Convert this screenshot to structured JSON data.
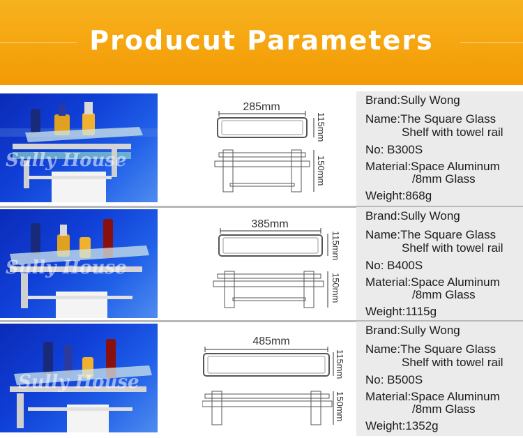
{
  "banner": {
    "title": "Producut Parameters"
  },
  "products": [
    {
      "watermark": "Sully House",
      "width_label": "285mm",
      "height_label_top": "115mm",
      "height_label_bottom": "150mm",
      "brand": "Brand:Sully Wong",
      "name_line1": "Name:The Square Glass",
      "name_line2": "Shelf with towel rail",
      "no": "No:   B300S",
      "material_line1": "Material:Space Aluminum",
      "material_line2": "/8mm Glass",
      "weight": "Weight:868g"
    },
    {
      "watermark": "Sully House",
      "width_label": "385mm",
      "height_label_top": "115mm",
      "height_label_bottom": "150mm",
      "brand": "Brand:Sully Wong",
      "name_line1": "Name:The Square Glass",
      "name_line2": "Shelf with towel rail",
      "no": "No:   B400S",
      "material_line1": "Material:Space Aluminum",
      "material_line2": "/8mm Glass",
      "weight": "Weight:1115g"
    },
    {
      "watermark": "Sully House",
      "width_label": "485mm",
      "height_label_top": "115mm",
      "height_label_bottom": "150mm",
      "brand": "Brand:Sully Wong",
      "name_line1": "Name:The Square Glass",
      "name_line2": "Shelf with towel rail",
      "no": "No:   B500S",
      "material_line1": "Material:Space Aluminum",
      "material_line2": "/8mm Glass",
      "weight": "Weight:1352g"
    }
  ]
}
